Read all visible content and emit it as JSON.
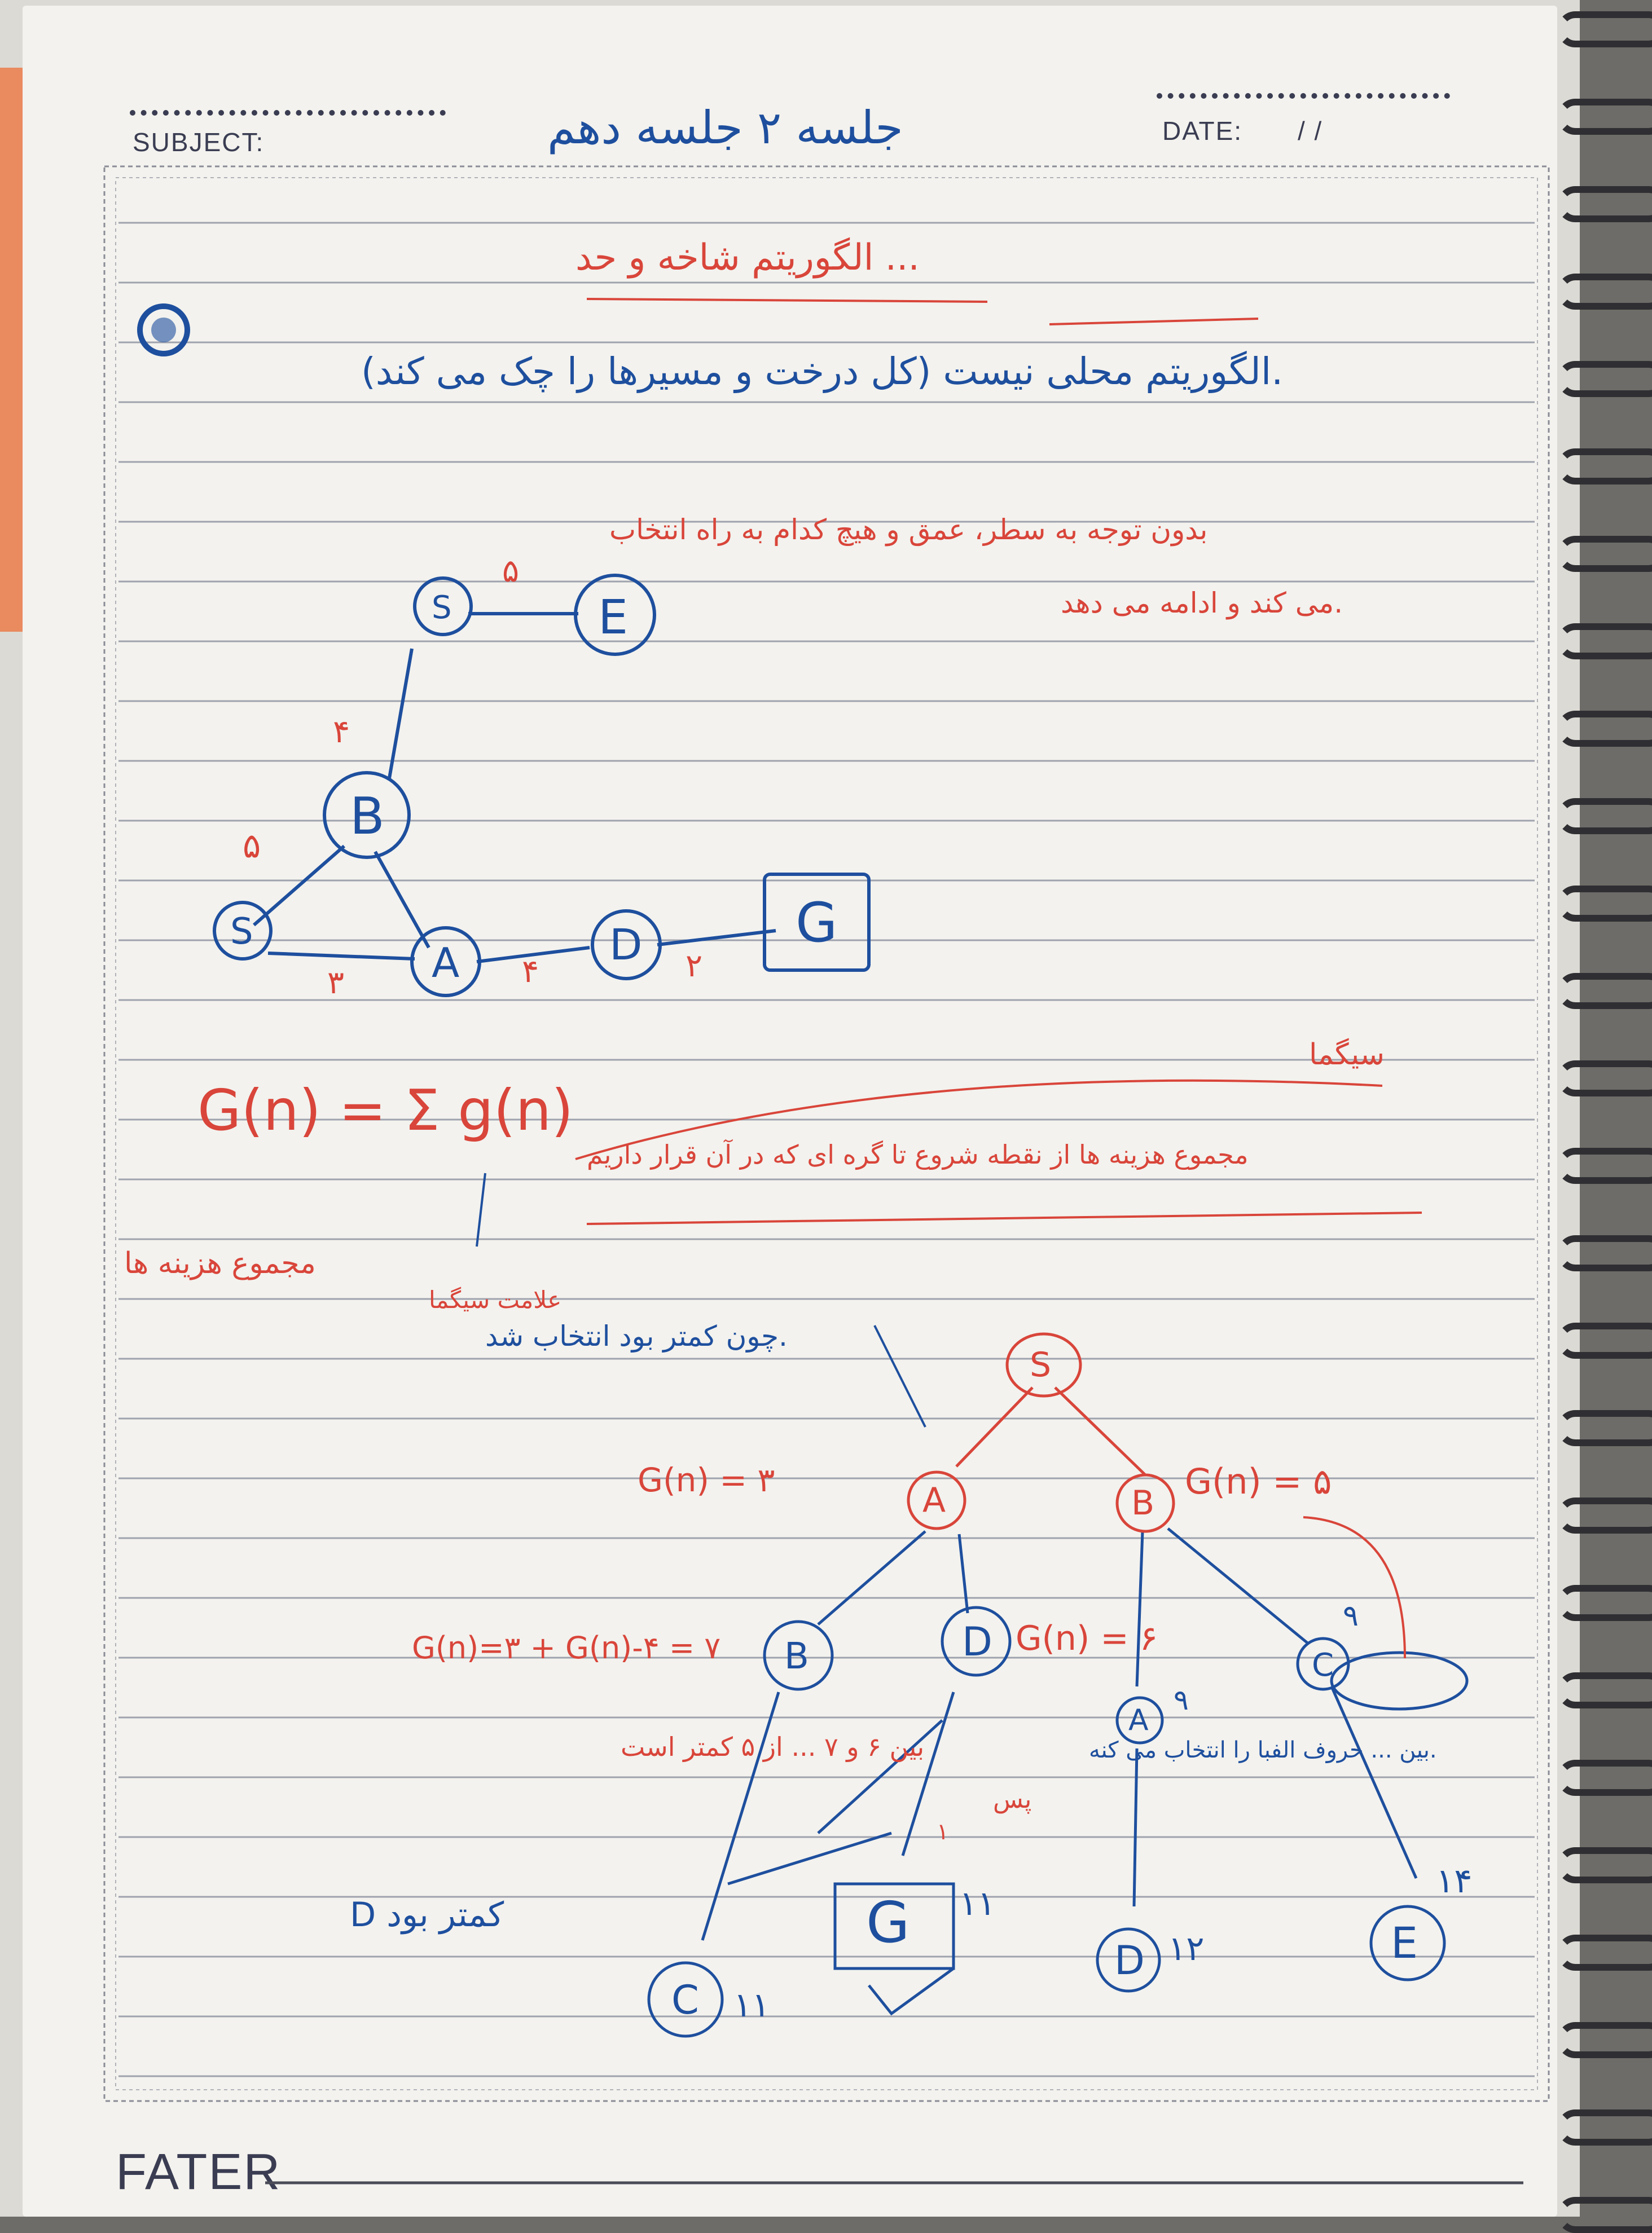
{
  "header": {
    "subject_label": "SUBJECT:",
    "subject_value": "جلسه ۲ جلسه دهم",
    "date_label": "DATE:",
    "date_value": "/   /",
    "footer_brand": "FATER"
  },
  "notes": {
    "heading": "الگوریتم شاخه و حد ...",
    "algorithm_line": "الگوریتم محلی نیست (کل درخت و مسیرها را چک می کند).",
    "description_line1": "بدون توجه به سطر، عمق و هیچ کدام به راه انتخاب",
    "description_line2": "می کند و ادامه می دهد.",
    "sigma_label": "سیگما",
    "sum_description": "مجموع هزینه ها از نقطه شروع تا گره ای که در آن قرار داریم",
    "sum_costs_label": "مجموع هزینه ها",
    "sigma_sign_label": "علامت سیگما",
    "because_smaller": "چون کمتر بود انتخاب شد.",
    "between_b_d": "بین ۶ و ۷ ... از ۵ کمتر است",
    "between_c_g": "بین ... حروف الفبا را انتخاب می کنه.",
    "d_was_less": "D کمتر بود",
    "later_label": "پس"
  },
  "formulas": {
    "g_of_n": "G(n) = Σ g(n)",
    "gn_a": "G(n) = ۳",
    "gn_b": "G(n) = ۵",
    "gn_b_branch": "G(n)=۳ + G(n)-۴ = ۷",
    "gn_d_branch": "G(n) = ۶"
  },
  "graph": {
    "nodes": [
      "S",
      "E",
      "B",
      "S",
      "A",
      "D",
      "G"
    ],
    "edges": [
      {
        "label": "۵"
      },
      {
        "label": "۴"
      },
      {
        "label": "۵"
      },
      {
        "label": "۳"
      },
      {
        "label": "۴"
      },
      {
        "label": "۲"
      }
    ]
  },
  "tree": {
    "nodes": [
      "S",
      "A",
      "B",
      "B",
      "D",
      "A",
      "C",
      "C",
      "G",
      "D",
      "E"
    ],
    "costs": [
      "۹",
      "۹",
      "۱۱",
      "۱۱",
      "۱۲",
      "۱۴"
    ],
    "marks": [
      "۱"
    ]
  }
}
